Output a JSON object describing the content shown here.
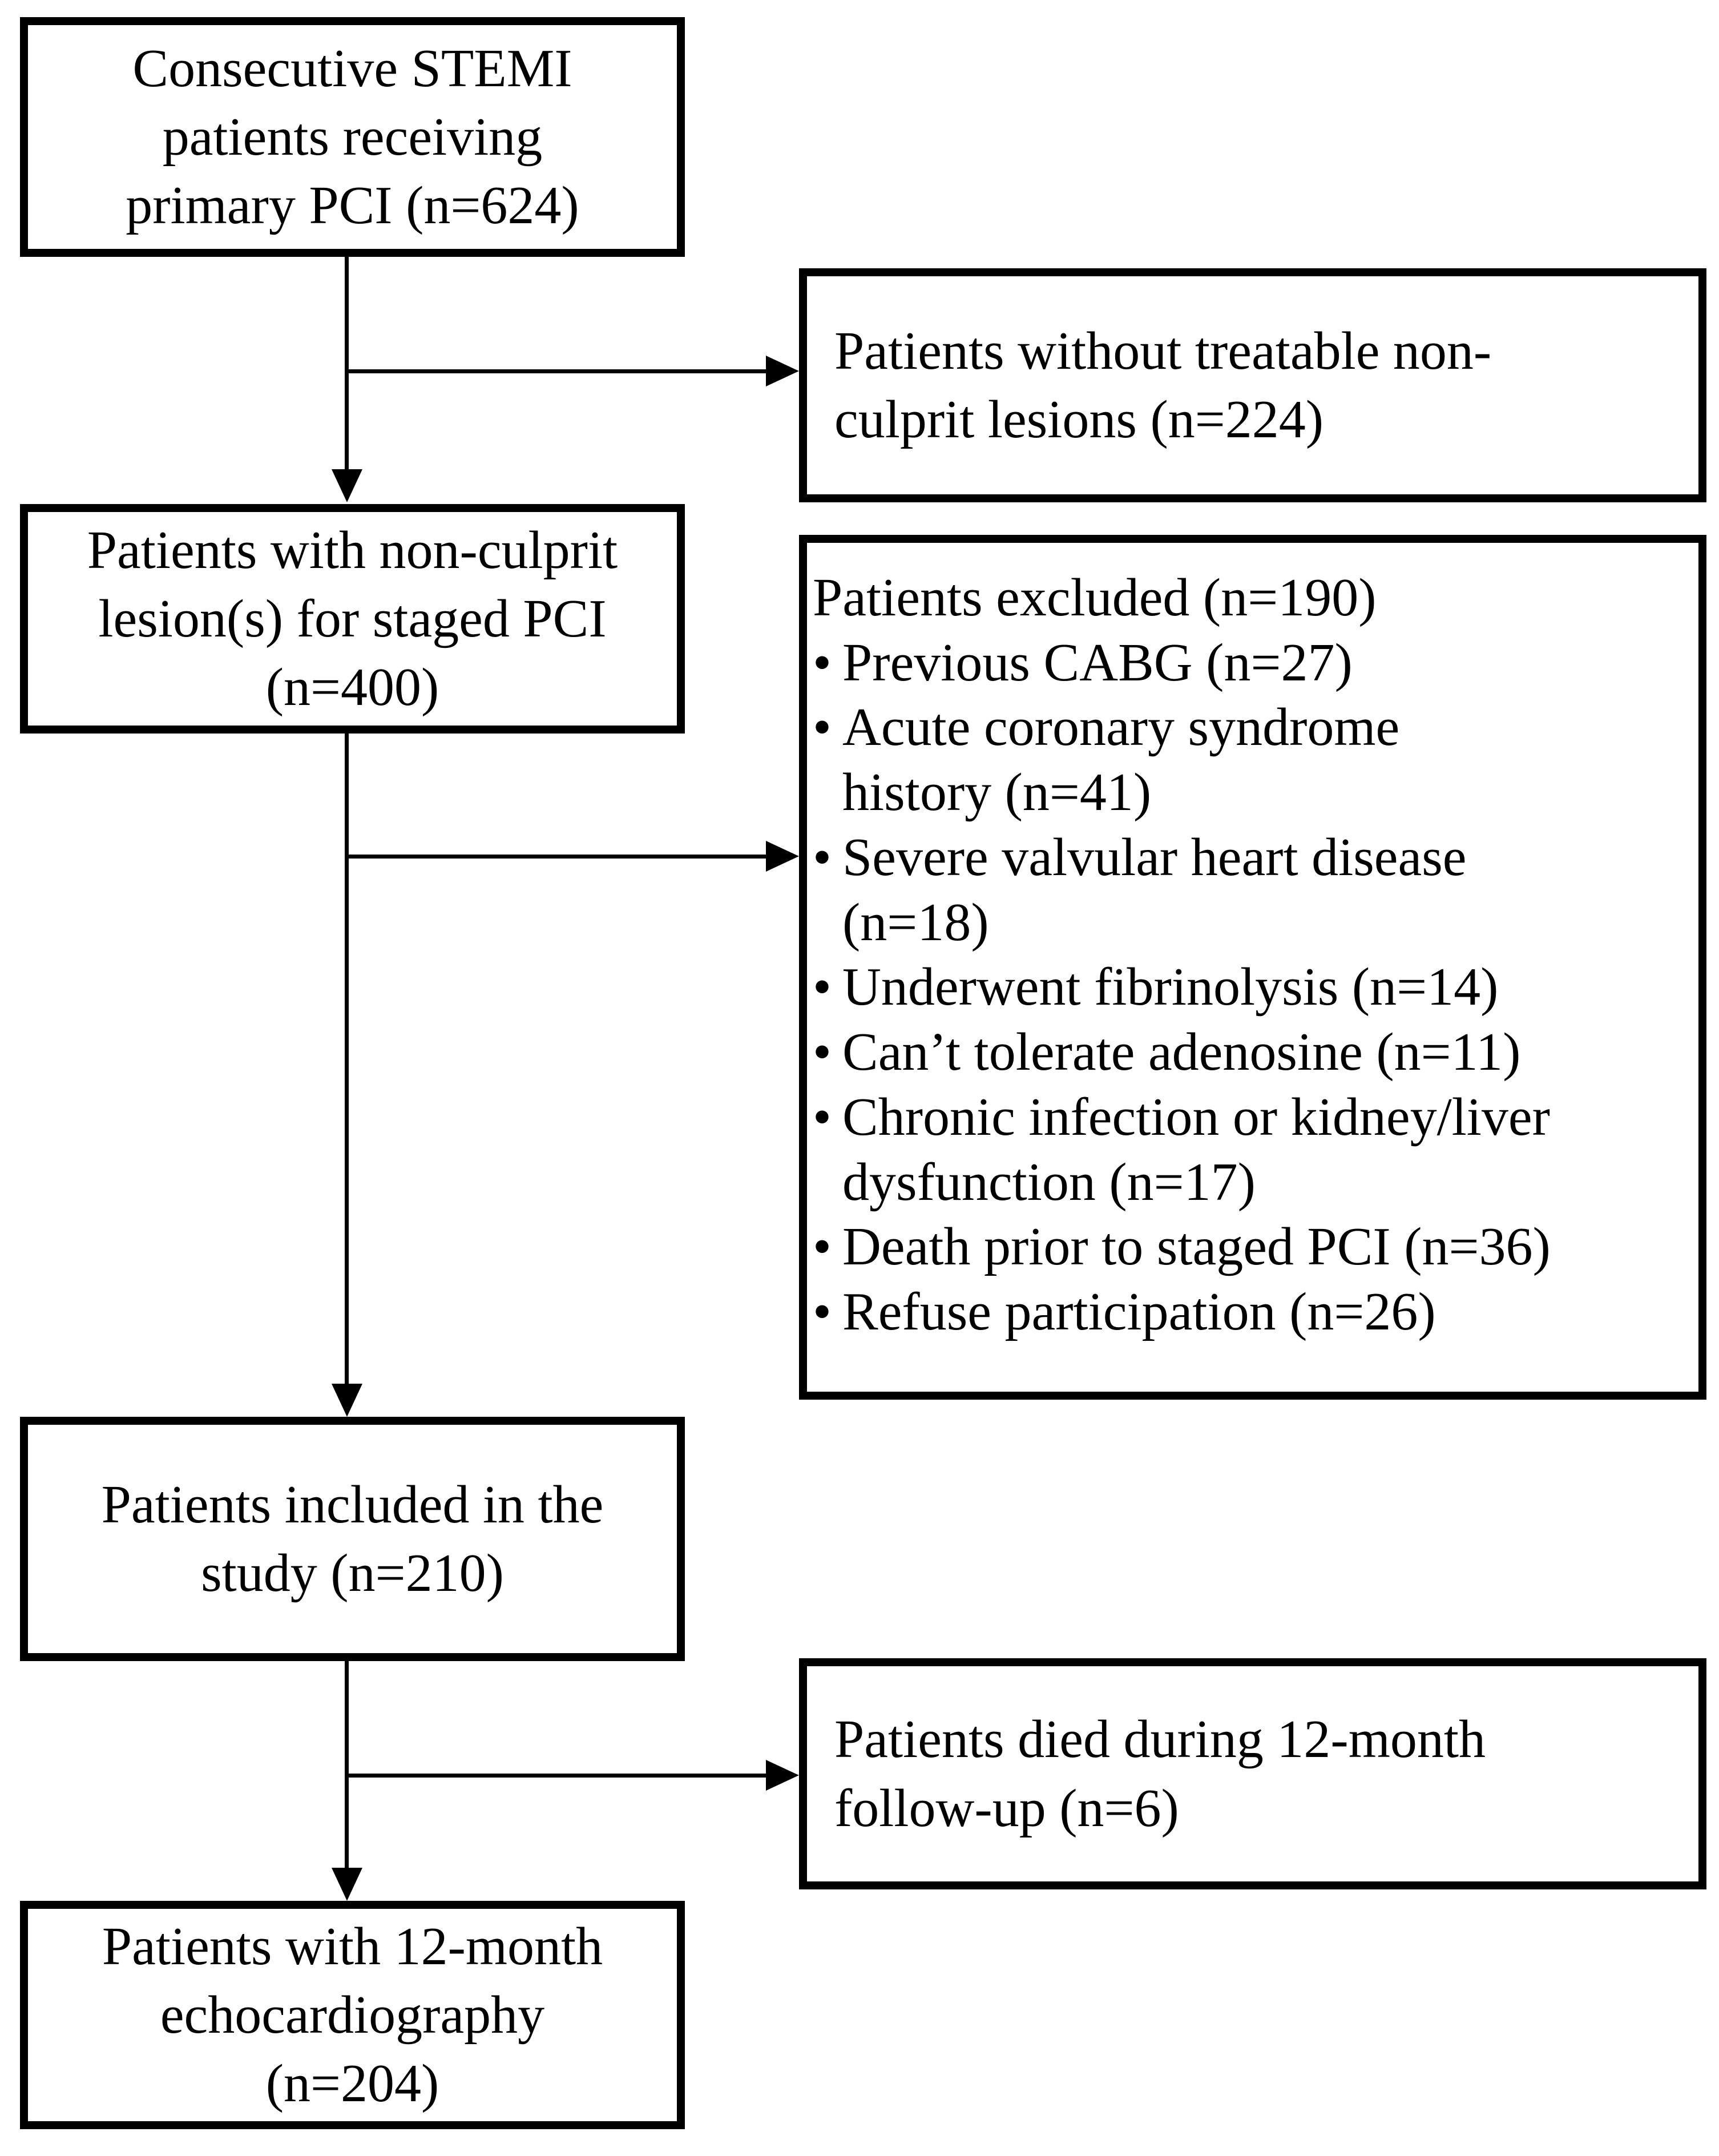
{
  "figure": {
    "type": "flow-diagram",
    "colors": {
      "background": "#ffffff",
      "border": "#000000",
      "text": "#000000"
    },
    "boxes": {
      "enrollment": {
        "lines": [
          "Consecutive STEMI",
          "patients receiving",
          "primary PCI (n=624)"
        ]
      },
      "no_treatable_lesions": {
        "lines": [
          "Patients without treatable non-",
          "culprit lesions (n=224)"
        ]
      },
      "staged_pci": {
        "lines": [
          "Patients with non-culprit",
          "lesion(s) for staged PCI",
          "(n=400)"
        ]
      },
      "excluded": {
        "title": "Patients excluded (n=190)",
        "bullet_marker": "•",
        "bullets": [
          {
            "lines": [
              "Previous CABG (n=27)"
            ]
          },
          {
            "lines": [
              "Acute coronary syndrome",
              "history (n=41)"
            ]
          },
          {
            "lines": [
              "Severe valvular heart disease",
              "(n=18)"
            ]
          },
          {
            "lines": [
              "Underwent fibrinolysis (n=14)"
            ]
          },
          {
            "lines": [
              "Can’t tolerate adenosine (n=11)"
            ]
          },
          {
            "lines": [
              "Chronic infection or kidney/liver",
              "dysfunction (n=17)"
            ]
          },
          {
            "lines": [
              "Death prior to staged PCI (n=36)"
            ]
          },
          {
            "lines": [
              "Refuse participation (n=26)"
            ]
          }
        ]
      },
      "included": {
        "lines": [
          "Patients included in the",
          "study (n=210)"
        ]
      },
      "died_followup": {
        "lines": [
          "Patients died during 12-month",
          "follow-up (n=6)"
        ]
      },
      "echo_followup": {
        "lines": [
          "Patients with 12-month",
          "echocardiography",
          "(n=204)"
        ]
      }
    }
  }
}
